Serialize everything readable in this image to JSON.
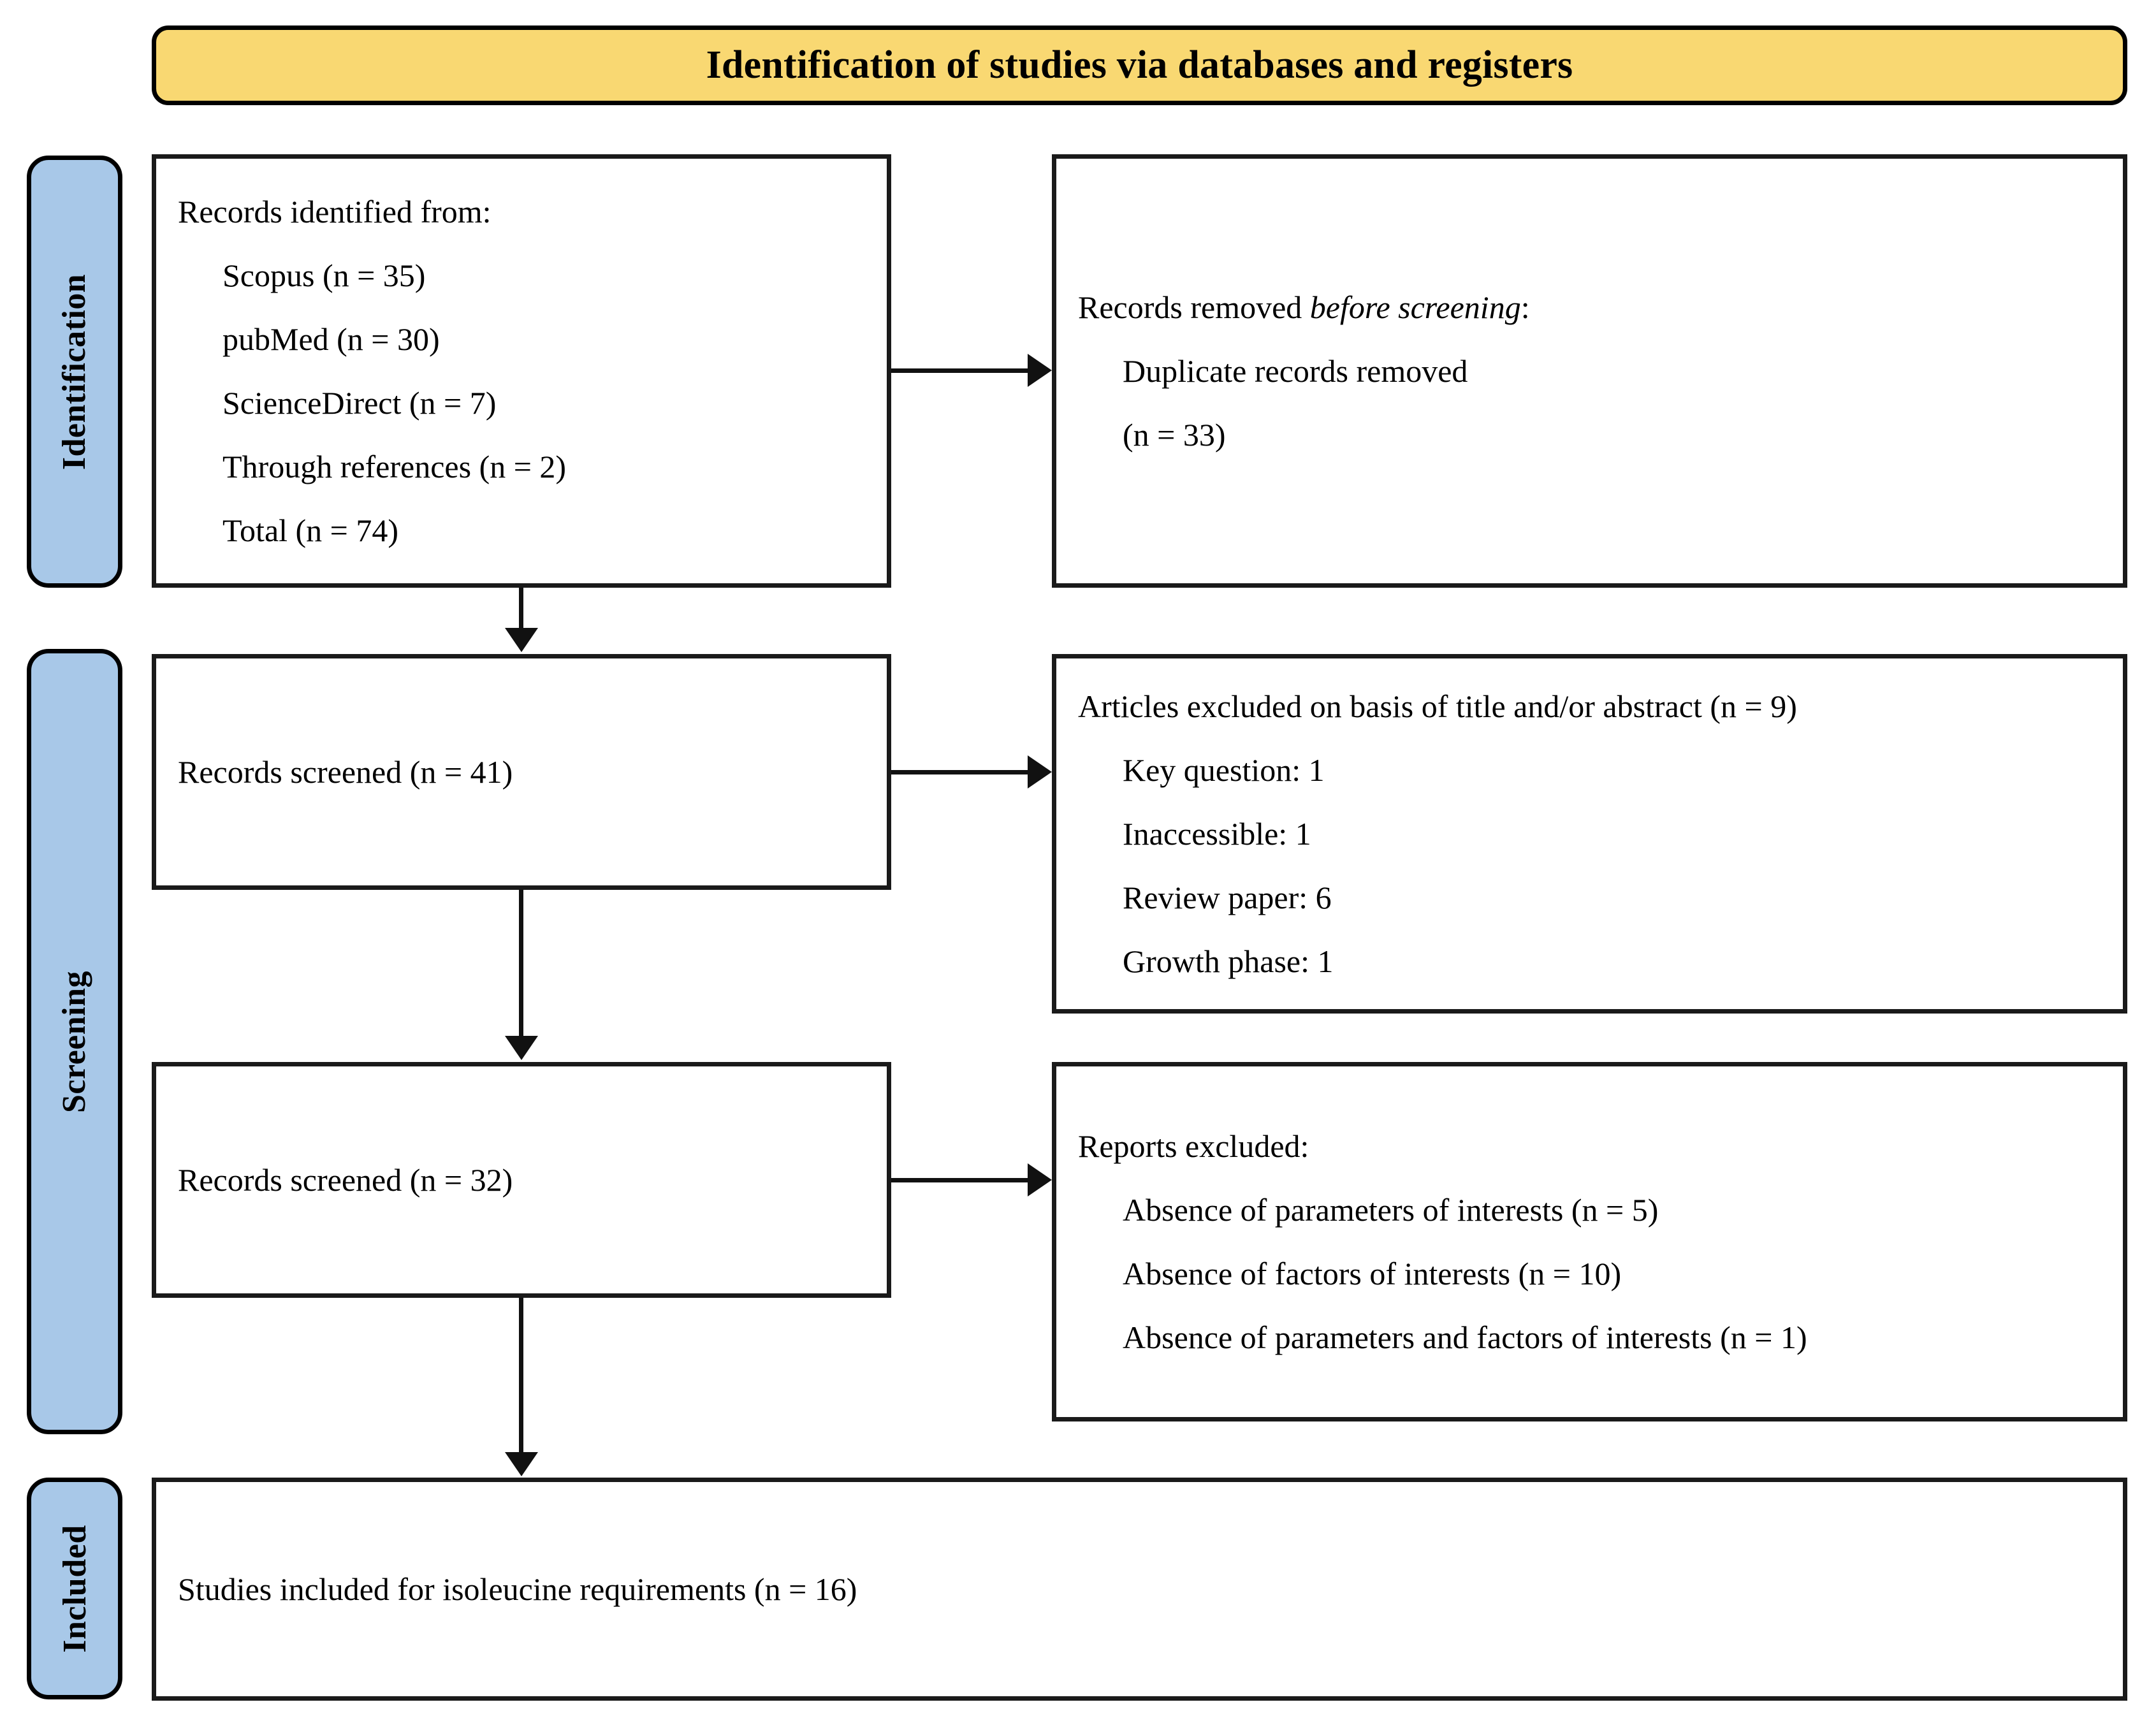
{
  "banner": {
    "title": "Identification of studies via databases and registers"
  },
  "stages": [
    {
      "label": "Identification",
      "name": "stage-identification"
    },
    {
      "label": "Screening",
      "name": "stage-screening"
    },
    {
      "label": "Included",
      "name": "stage-included"
    }
  ],
  "boxes": {
    "identified": {
      "heading": "Records identified from:",
      "items": [
        "Scopus (n = 35)",
        "pubMed (n = 30)",
        "ScienceDirect (n = 7)",
        "Through references (n = 2)"
      ],
      "total": "Total (n = 74)"
    },
    "removed": {
      "heading_prefix": "Records removed ",
      "heading_italic": "before screening",
      "heading_suffix": ":",
      "item": "Duplicate records removed",
      "count": "(n = 33)"
    },
    "screened_41": {
      "text": "Records screened (n = 41)"
    },
    "excluded_title_abstract": {
      "heading": "Articles excluded on basis of title and/or abstract (n = 9)",
      "items": [
        "Key question: 1",
        "Inaccessible: 1",
        "Review paper: 6",
        "Growth phase: 1"
      ]
    },
    "screened_32": {
      "text": "Records screened (n = 32)"
    },
    "reports_excluded": {
      "heading": "Reports excluded:",
      "items": [
        "Absence of parameters of interests (n = 5)",
        "Absence of factors of interests  (n = 10)",
        "Absence of parameters and factors of interests (n = 1)"
      ]
    },
    "included": {
      "text": "Studies included for isoleucine requirements (n = 16)"
    }
  },
  "colors": {
    "banner_fill": "#F9D872",
    "stage_fill": "#A8C8E8",
    "stroke": "#111111",
    "box_fill": "#FFFFFF"
  },
  "flow": {
    "arrows": [
      {
        "name": "arrow-identified-to-removed",
        "direction": "right"
      },
      {
        "name": "arrow-identified-to-screened41",
        "direction": "down"
      },
      {
        "name": "arrow-screened41-to-excluded-title",
        "direction": "right"
      },
      {
        "name": "arrow-screened41-to-screened32",
        "direction": "down"
      },
      {
        "name": "arrow-screened32-to-reports-excluded",
        "direction": "right"
      },
      {
        "name": "arrow-screened32-to-included",
        "direction": "down"
      }
    ]
  }
}
